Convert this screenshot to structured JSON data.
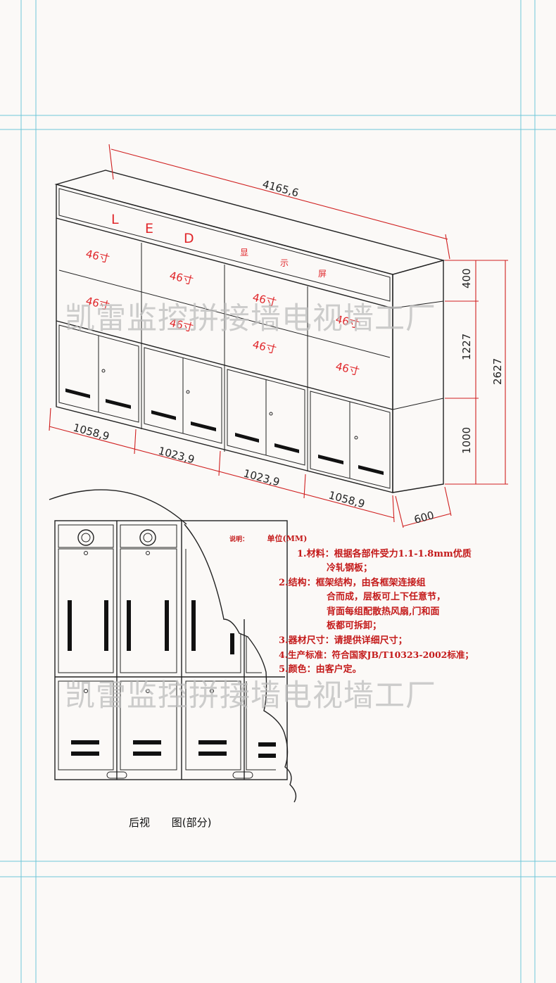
{
  "watermark": "凯雷监控拼接墙电视墙工厂",
  "cabinet": {
    "led_letters": [
      "L",
      "E",
      "D"
    ],
    "screen_chars": [
      "显",
      "示",
      "屏"
    ],
    "screen_labels": [
      "46寸",
      "46寸",
      "46寸",
      "46寸",
      "46寸",
      "46寸",
      "46寸",
      "46寸"
    ],
    "dimensions": {
      "total_width": "4165,6",
      "widths": [
        "1058,9",
        "1023,9",
        "1023,9",
        "1058,9"
      ],
      "depth": "600",
      "height_top": "400",
      "height_middle": "1227",
      "height_bottom": "1000",
      "height_total": "2627"
    }
  },
  "notes": {
    "header": "说明：",
    "unit": "单位(MM)",
    "lines": [
      "1.材料：根据各部件受力1.1-1.8mm优质",
      "冷轧钢板；",
      "2.结构：框架结构，由各框架连接组",
      "合而成，层板可上下任意节，",
      "背面每组配散热风扇,门和面",
      "板都可拆卸；",
      "3.器材尺寸：请提供详细尺寸；",
      "4.生产标准：符合国家JB/T10323-2002标准；",
      "5.颜色：由客户定。"
    ]
  },
  "rear_view": {
    "caption_a": "后视",
    "caption_b": "图(部分)"
  },
  "colors": {
    "background": "#fbf9f7",
    "guide": "#6fc6d8",
    "dimension": "#d02020",
    "label": "#e0262a",
    "notes": "#c41a1a"
  }
}
